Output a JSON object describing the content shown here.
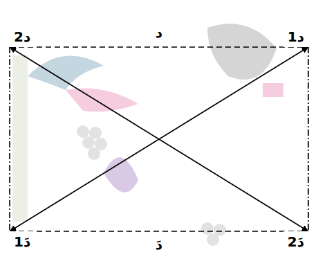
{
  "diagram": {
    "nodes": [
      {
        "text": [
          "د2"
        ]
      },
      {
        "text": [
          "د1"
        ]
      },
      {
        "text": [
          "دَ1"
        ]
      },
      {
        "text": [
          "دَ2"
        ]
      }
    ],
    "edges": [
      {
        "from": 0,
        "to": 1,
        "arrow": "both"
      },
      {
        "from": 0,
        "to": 2,
        "arrow": "none"
      },
      {
        "from": 1,
        "to": 3,
        "arrow": "none"
      },
      {
        "from": 2,
        "to": 3,
        "arrow": "both"
      },
      {
        "from": 2,
        "to": 1,
        "arrow": "both"
      },
      {
        "from": 0,
        "to": 3,
        "arrow": "both"
      }
    ],
    "labels": [
      "د",
      "دَ"
    ]
  }
}
